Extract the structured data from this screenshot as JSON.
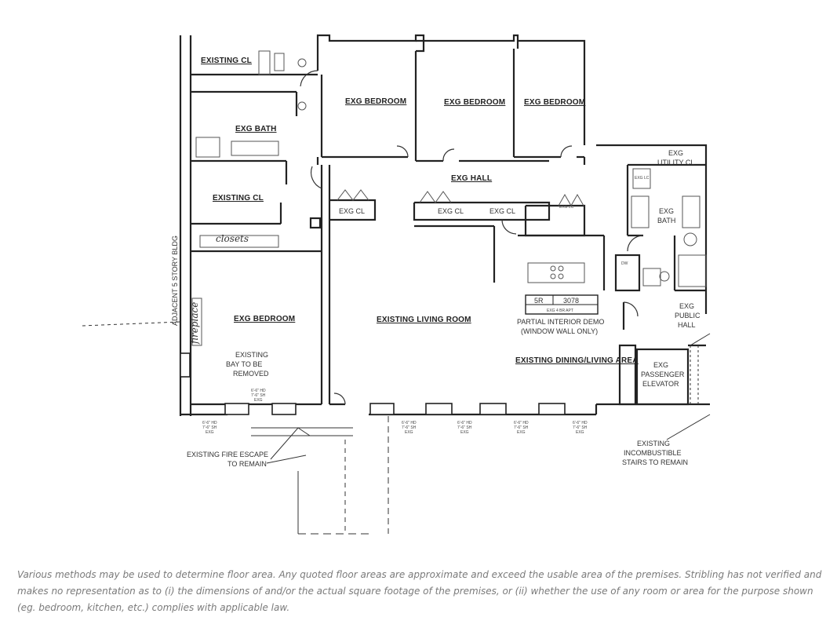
{
  "plan": {
    "rooms": {
      "existing_cl_top": "EXISTING CL",
      "exg_bath_left": "EXG BATH",
      "existing_cl_mid": "EXISTING CL",
      "closets_note": "closets",
      "fireplace_note": "fireplace",
      "bedroom_1": "EXG BEDROOM",
      "bedroom_2": "EXG BEDROOM",
      "bedroom_3": "EXG BEDROOM",
      "bedroom_left": "EXG BEDROOM",
      "exg_hall": "EXG HALL",
      "exg_cl_a": "EXG CL",
      "exg_cl_b": "EXG CL",
      "exg_cl_c": "EXG CL",
      "exg_lc_right": "EXG LC",
      "living_room": "EXISTING LIVING ROOM",
      "dining_living": "EXISTING DINING/LIVING AREA",
      "utility_cl_1": "EXG",
      "utility_cl_2": "UTILITY CL",
      "exg_lc_small": "EXG LC",
      "bath_right_1": "EXG",
      "bath_right_2": "BATH",
      "dw": "DW",
      "public_hall_1": "EXG",
      "public_hall_2": "PUBLIC",
      "public_hall_3": "HALL",
      "elevator_1": "EXG",
      "elevator_2": "PASSENGER",
      "elevator_3": "ELEVATOR",
      "bay_1": "EXISTING",
      "bay_2": "BAY TO BE",
      "bay_3": "REMOVED",
      "adjacent_bldg": "ADJACENT 5 STORY BLDG",
      "fire_escape_1": "EXISTING FIRE ESCAPE",
      "fire_escape_2": "TO REMAIN",
      "stairs_1": "EXISTING",
      "stairs_2": "INCOMBUSTIBLE",
      "stairs_3": "STAIRS TO REMAIN"
    },
    "apt_box": {
      "unit": "5R",
      "number": "3078",
      "desc": "EXG 4 BR APT"
    },
    "demo_note": [
      "PARTIAL INTERIOR DEMO",
      "(WINDOW WALL ONLY)"
    ],
    "window_tags": [
      "6'-6\" HD",
      "7'-6\" SH",
      "EXG"
    ]
  },
  "disclaimer": "Various methods may be used to determine floor area. Any quoted floor areas are approximate and exceed the usable area of the premises. Stribling has not verified and makes no representation as to (i) the dimensions of and/or the actual square footage of the premises, or (ii) whether the use of any room or area for the purpose shown (eg. bedroom, kitchen, etc.) complies with applicable law."
}
